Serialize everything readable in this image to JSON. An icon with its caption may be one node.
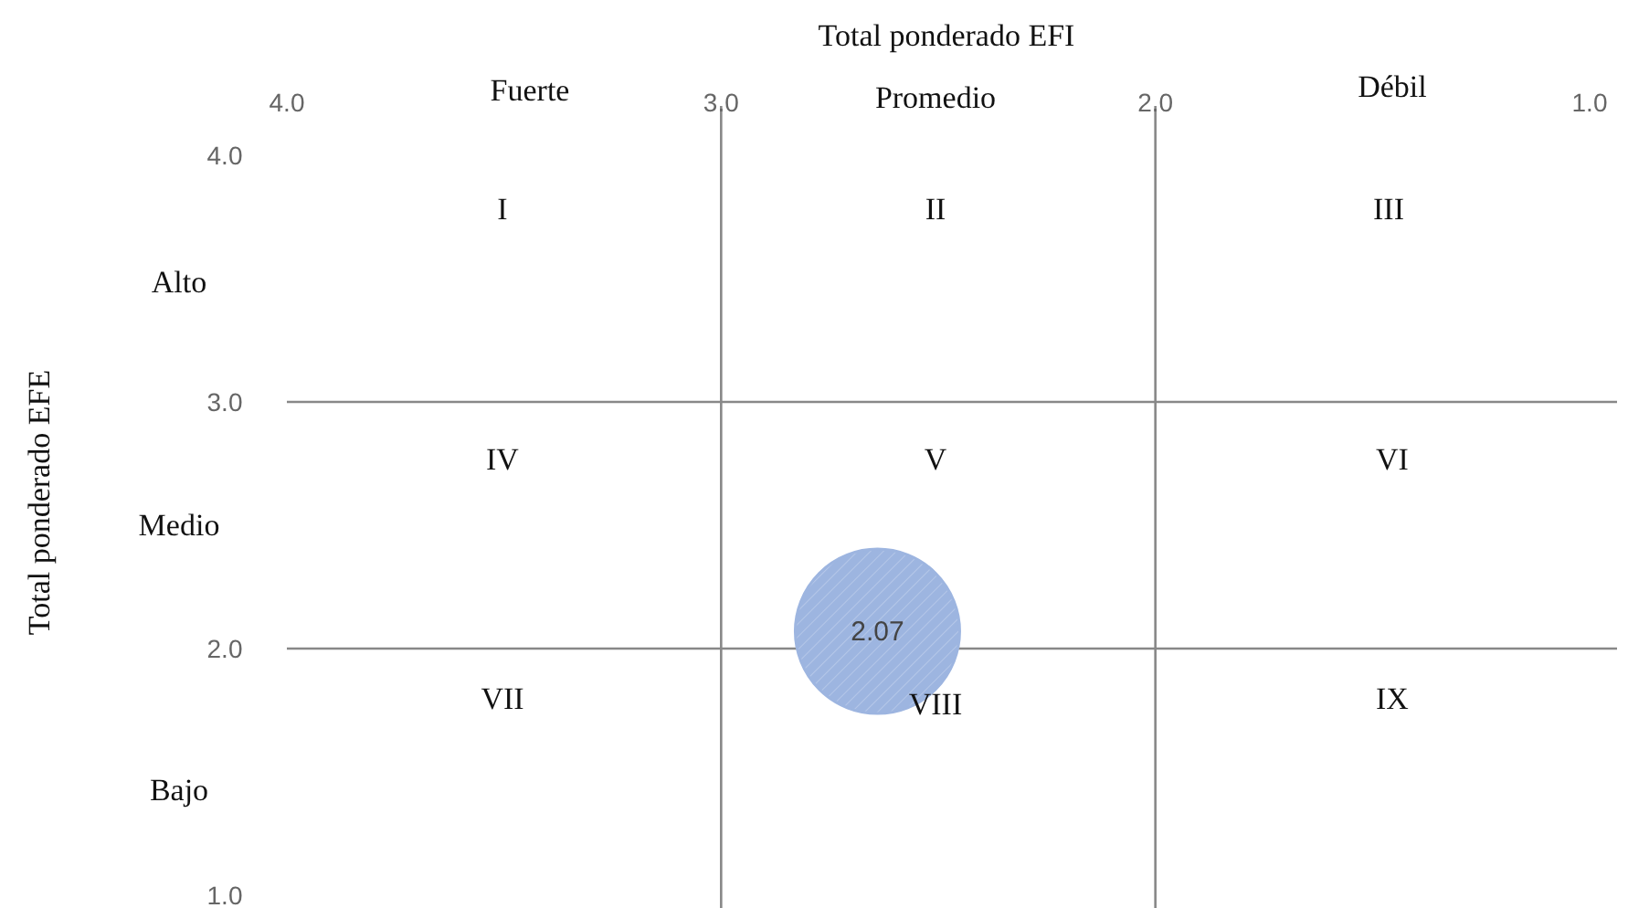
{
  "diagram": {
    "labels": [
      "Fuerte",
      "Promedio",
      "Débil",
      "I",
      "II",
      "III",
      "Alto",
      "IV",
      "V",
      "VI",
      "Medio",
      "VII",
      "VIII",
      "IX",
      "Bajo"
    ],
    "chart_data": {
      "type": "scatter",
      "xlabel": "Total ponderado EFI",
      "ylabel": "Total ponderado EFE",
      "x": [
        2.64
      ],
      "series": [
        {
          "color": "#9db5e0",
          "values": [
            2.07
          ]
        }
      ],
      "xlim": [
        4.0,
        1.0
      ],
      "ylim": [
        1.0,
        4.0
      ],
      "xticks": [
        {
          "value": 4,
          "label": "4.0"
        },
        {
          "value": 3,
          "label": "3.0"
        },
        {
          "value": 2,
          "label": "2.0"
        },
        {
          "value": 1,
          "label": "1.0"
        }
      ],
      "yticks": [
        {
          "value": 4,
          "label": "4.0"
        },
        {
          "value": 3,
          "label": "3.0"
        },
        {
          "value": 2,
          "label": "2.0"
        },
        {
          "value": 1,
          "label": "1.0"
        }
      ],
      "grid": true,
      "data_labels": true
    }
  }
}
